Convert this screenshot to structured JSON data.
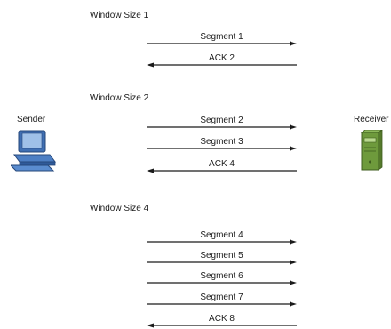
{
  "diagram": {
    "sender_label": "Sender",
    "receiver_label": "Receiver",
    "groups": [
      {
        "title": "Window Size 1",
        "messages": [
          {
            "label": "Segment 1",
            "direction": "right"
          },
          {
            "label": "ACK 2",
            "direction": "left"
          }
        ]
      },
      {
        "title": "Window Size 2",
        "messages": [
          {
            "label": "Segment 2",
            "direction": "right"
          },
          {
            "label": "Segment 3",
            "direction": "right"
          },
          {
            "label": "ACK 4",
            "direction": "left"
          }
        ]
      },
      {
        "title": "Window Size 4",
        "messages": [
          {
            "label": "Segment 4",
            "direction": "right"
          },
          {
            "label": "Segment 5",
            "direction": "right"
          },
          {
            "label": "Segment 6",
            "direction": "right"
          },
          {
            "label": "Segment 7",
            "direction": "right"
          },
          {
            "label": "ACK 8",
            "direction": "left"
          }
        ]
      }
    ],
    "icons": {
      "sender": "computer-icon",
      "receiver": "server-icon"
    },
    "colors": {
      "arrow": "#1a1a1a",
      "computer_blue": "#3f6fb3",
      "server_green": "#6e9a3c"
    }
  }
}
